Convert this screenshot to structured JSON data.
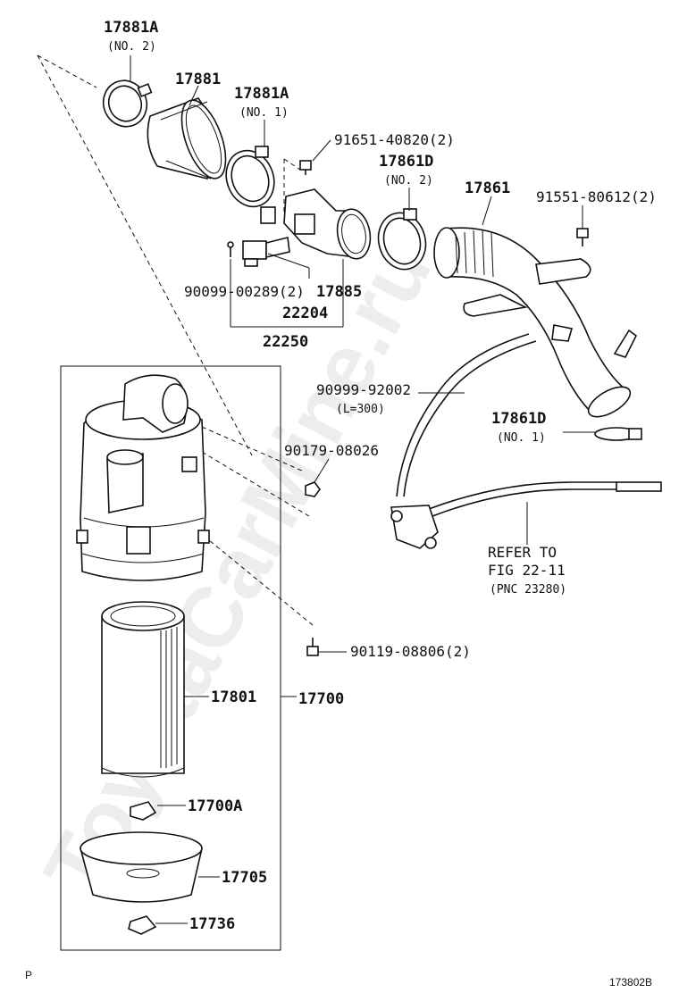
{
  "watermark": "ToyotaCarMine.ru",
  "figure_code": "173802B",
  "page_marker": "P",
  "parts": {
    "clamp_17881a_no2": {
      "number": "17881A",
      "note": "(NO. 2)"
    },
    "hose_17881": {
      "number": "17881"
    },
    "clamp_17881a_no1": {
      "number": "17881A",
      "note": "(NO. 1)"
    },
    "bolt_91651": {
      "number": "91651-40820(2)"
    },
    "clamp_17861d_no2": {
      "number": "17861D",
      "note": "(NO. 2)"
    },
    "inlet_pipe_17861": {
      "number": "17861"
    },
    "bolt_91551": {
      "number": "91551-80612(2)"
    },
    "screw_90099": {
      "number": "90099-00289(2)"
    },
    "meter_17885": {
      "number": "17885"
    },
    "sensor_22204": {
      "number": "22204"
    },
    "assy_22250": {
      "number": "22250"
    },
    "hose_90999": {
      "number": "90999-92002",
      "note": "(L=300)"
    },
    "clamp_17861d_no1": {
      "number": "17861D",
      "note": "(NO. 1)"
    },
    "nut_90179": {
      "number": "90179-08026"
    },
    "refer": {
      "line1": "REFER TO",
      "line2": "FIG 22-11",
      "line3": "(PNC 23280)"
    },
    "bolt_90119": {
      "number": "90119-08806(2)"
    },
    "element_17801": {
      "number": "17801"
    },
    "cleaner_17700": {
      "number": "17700"
    },
    "clip_17700a": {
      "number": "17700A"
    },
    "cap_17705": {
      "number": "17705"
    },
    "clip_17736": {
      "number": "17736"
    }
  }
}
